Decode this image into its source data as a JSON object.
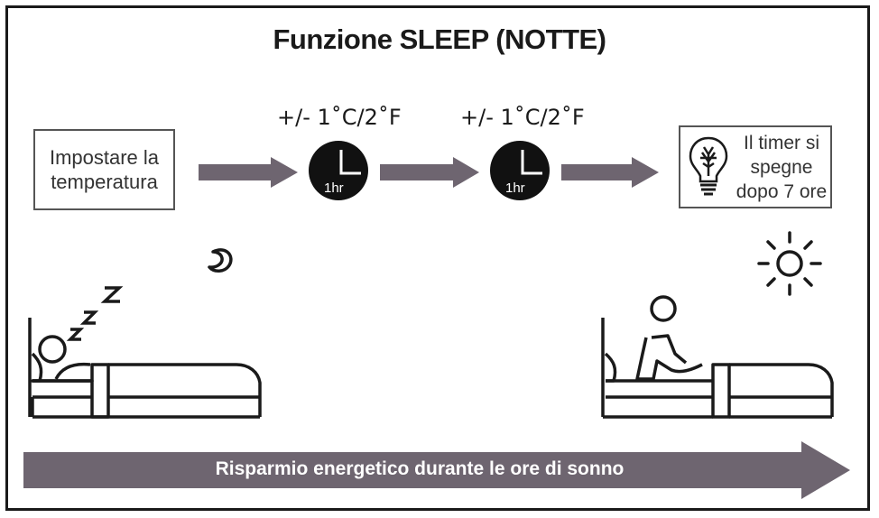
{
  "title": "Funzione SLEEP (NOTTE)",
  "steps": {
    "start": {
      "line1": "Impostare la",
      "line2": "temperatura"
    },
    "temp_change_1": "+/- 1˚C/2˚F",
    "temp_change_2": "+/- 1˚C/2˚F",
    "clock_1_label": "1hr",
    "clock_2_label": "1hr",
    "end": {
      "line1": "Il timer si",
      "line2": "spegne",
      "line3": "dopo 7 ore"
    }
  },
  "bottom_arrow_label": "Risparmio energetico durante le ore di sonno",
  "icons": [
    "moon-icon",
    "sun-icon",
    "sleeping-person-icon",
    "waking-person-icon",
    "lightbulb-icon",
    "clock-icon",
    "arrow-icon"
  ],
  "colors": {
    "arrow": "#6e6570",
    "clock": "#111111",
    "ink": "#1a1a1a"
  }
}
